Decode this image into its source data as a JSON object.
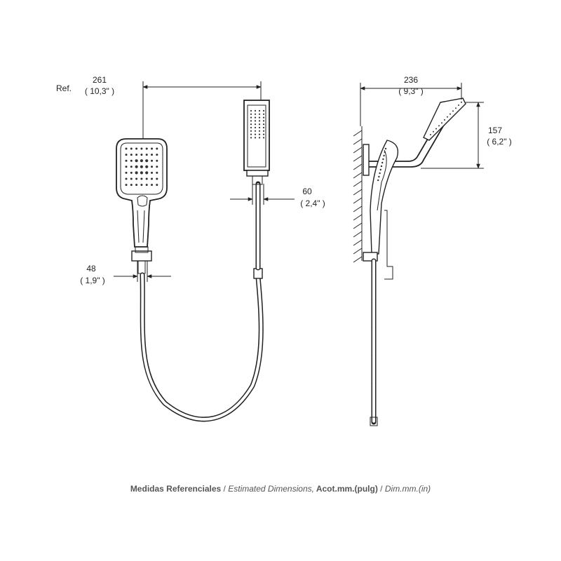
{
  "dimensions": {
    "ref_label": "Ref.",
    "total_width": {
      "mm": "261",
      "in": "( 10,3\" )"
    },
    "bracket_width": {
      "mm": "60",
      "in": "( 2,4\" )"
    },
    "holder_width": {
      "mm": "48",
      "in": "( 1,9\" )"
    },
    "side_depth": {
      "mm": "236",
      "in": "( 9,3\" )"
    },
    "arm_height": {
      "mm": "157",
      "in": "( 6,2\" )"
    }
  },
  "caption": {
    "part1": "Medidas Referenciales",
    "sep1": " / ",
    "part2": "Estimated Dimensions,",
    "part3": " Acot.mm.(pulg)",
    "sep2": " / ",
    "part4": "Dim.mm.(in)"
  }
}
